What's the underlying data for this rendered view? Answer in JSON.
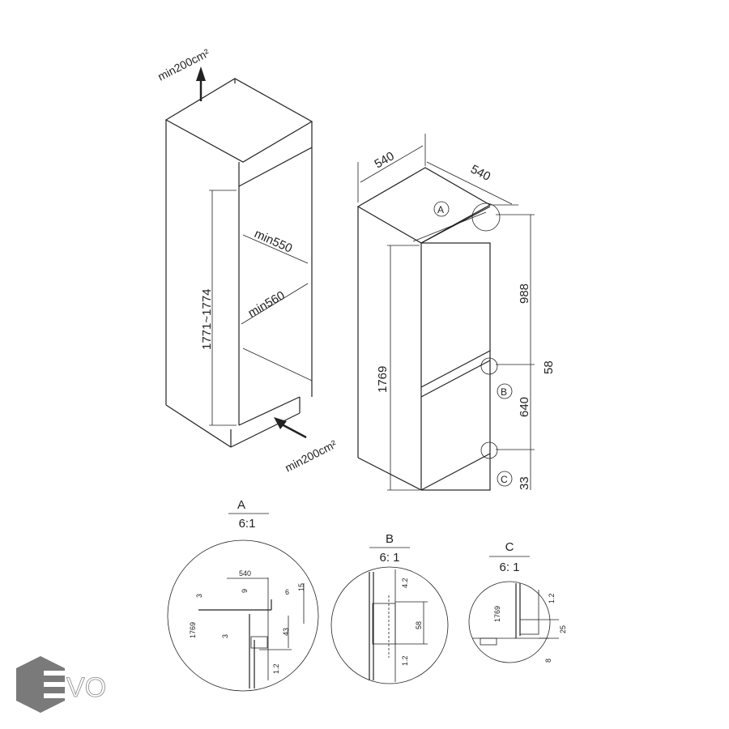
{
  "cabinet": {
    "vent_top": "min200cm²",
    "vent_bottom": "min200cm²",
    "depth_top": "min550",
    "depth_inner": "min560",
    "height": "1771~1774"
  },
  "appliance": {
    "width": "540",
    "depth": "540",
    "height": "1769",
    "dim_top": "988",
    "dim_gap": "58",
    "dim_bottom": "640",
    "dim_base": "33",
    "marker_a": "A",
    "marker_b": "B",
    "marker_c": "C"
  },
  "detail_a": {
    "title": "A",
    "scale": "6:1",
    "d540": "540",
    "d3a": "3",
    "d9": "9",
    "d6": "6",
    "d15": "15",
    "d1769": "1769",
    "d3b": "3",
    "d43": "43",
    "d12": "1.2"
  },
  "detail_b": {
    "title": "B",
    "scale": "6: 1",
    "d42": "4.2",
    "d58": "58",
    "d12": "1.2"
  },
  "detail_c": {
    "title": "C",
    "scale": "6: 1",
    "d1769": "1769",
    "d12": "1.2",
    "d25": "25",
    "d8": "8"
  },
  "logo": {
    "text": "EVO",
    "color": "#7a7a7a"
  }
}
